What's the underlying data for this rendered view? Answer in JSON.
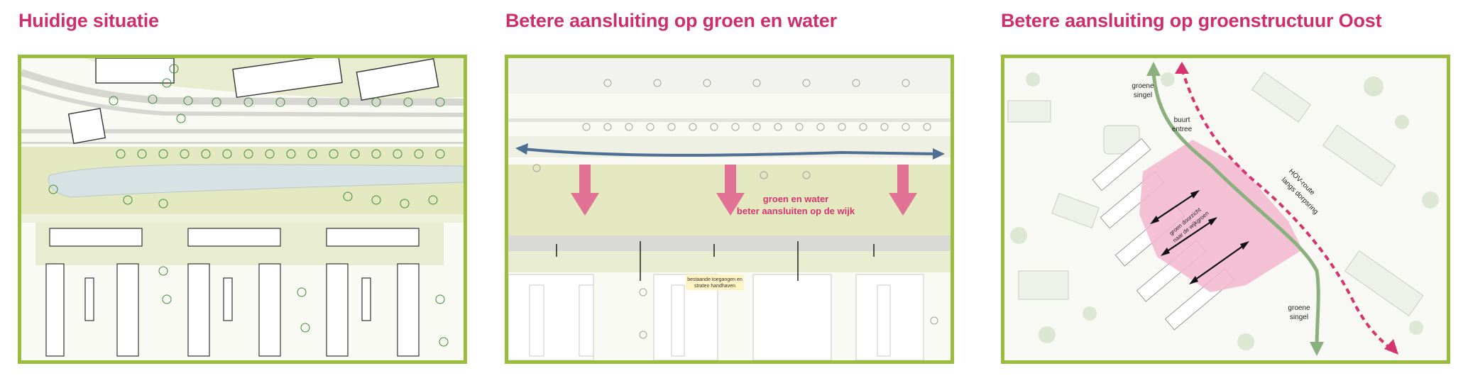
{
  "colors": {
    "frame": "#9bbd3d",
    "title": "#cc2e6e",
    "magenta": "#d6346f",
    "pink_arrow": "#e06b93",
    "blue_arrow": "#4e6f93",
    "green_zone": "#e3e8c0",
    "green_route": "#8ab17d",
    "water": "#d7e2e4"
  },
  "panels": [
    {
      "title": "Huidige situatie",
      "map_labels": []
    },
    {
      "title": "Betere aansluiting op groen en water",
      "map_labels": {
        "green_water_line1": "groen en water",
        "green_water_line2": "beter aansluiten op de wijk",
        "access_line1": "bestaande toegangen en",
        "access_line2": "straten handhaven"
      }
    },
    {
      "title": "Betere aansluiting op groenstructuur Oost",
      "map_labels": {
        "groene_singel_top_1": "groene",
        "groene_singel_top_2": "singel",
        "buurt_1": "buurt",
        "buurt_2": "entree",
        "route_1": "HOV-route",
        "route_2": "langs dorpsring",
        "center_1": "groen doorzicht",
        "center_2": "naar de wijkgroen",
        "groene_singel_bottom_1": "groene",
        "groene_singel_bottom_2": "singel"
      }
    }
  ]
}
